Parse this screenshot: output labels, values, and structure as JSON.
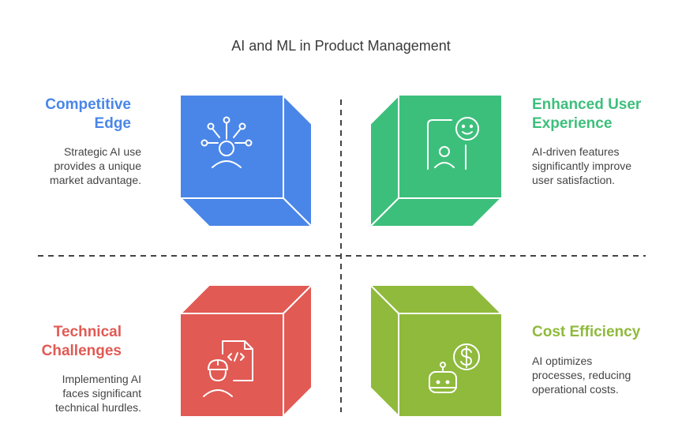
{
  "title": "AI and ML in Product Management",
  "quadrants": [
    {
      "id": "competitive-edge",
      "title_lines": [
        "Competitive",
        "Edge"
      ],
      "desc_lines": [
        "Strategic AI use",
        "provides a unique",
        "market advantage."
      ],
      "color": "#4a86e8"
    },
    {
      "id": "enhanced-user-experience",
      "title_lines": [
        "Enhanced User",
        "Experience"
      ],
      "desc_lines": [
        "AI-driven features",
        "significantly improve",
        "user satisfaction."
      ],
      "color": "#3dbf7c"
    },
    {
      "id": "technical-challenges",
      "title_lines": [
        "Technical",
        "Challenges"
      ],
      "desc_lines": [
        "Implementing AI",
        "faces significant",
        "technical hurdles."
      ],
      "color": "#e15a54"
    },
    {
      "id": "cost-efficiency",
      "title_lines": [
        "Cost Efficiency"
      ],
      "desc_lines": [
        "AI optimizes",
        "processes, reducing",
        "operational costs."
      ],
      "color": "#8fba3c"
    }
  ],
  "icons": {
    "competitive-edge": "person-with-network-icon",
    "enhanced-user-experience": "user-smiley-screen-icon",
    "technical-challenges": "engineer-code-document-icon",
    "cost-efficiency": "robot-dollar-icon"
  }
}
